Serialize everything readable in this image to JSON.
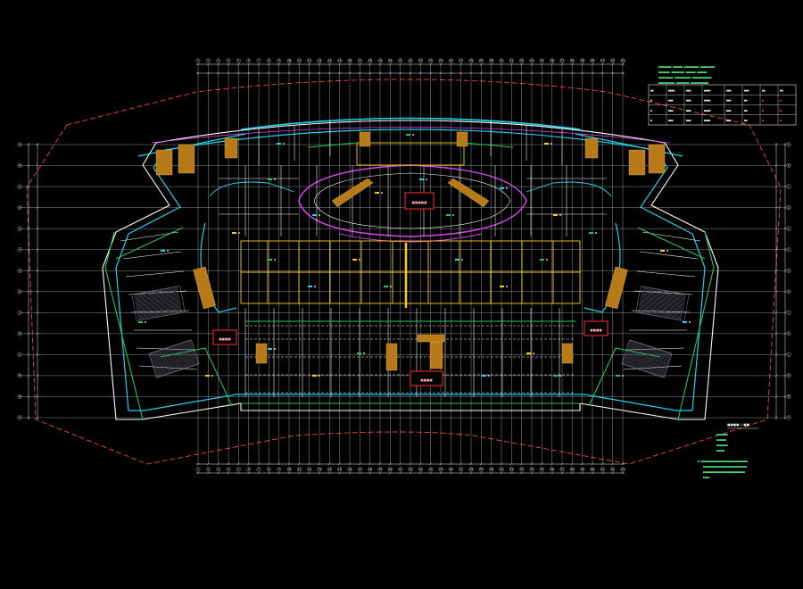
{
  "drawing": {
    "type": "cad-floor-plan",
    "background": "#000000",
    "colors": {
      "grid": "#d8d8d8",
      "wall": "#ffffff",
      "outline_cyan": "#22d3ee",
      "magenta": "#d946ef",
      "green": "#22c55e",
      "yellow": "#facc15",
      "red_dash": "#ef4444",
      "orange_fill": "#b77a18",
      "notes": "#4ade80",
      "label_box": "#dc2626"
    }
  },
  "grid_axes": {
    "columns": [
      "1",
      "2",
      "3",
      "4",
      "5",
      "6",
      "7",
      "8",
      "9",
      "10",
      "11",
      "12",
      "13",
      "14",
      "15",
      "16",
      "17",
      "18",
      "19",
      "20",
      "21",
      "22",
      "23",
      "24",
      "25",
      "26",
      "27",
      "28",
      "29",
      "30",
      "31",
      "32",
      "33",
      "34",
      "35",
      "36",
      "37",
      "38",
      "39",
      "40",
      "41",
      "42",
      "43"
    ],
    "rows": [
      "A",
      "B",
      "C",
      "D",
      "E",
      "F",
      "G",
      "H",
      "J",
      "K",
      "L",
      "M",
      "N",
      "P"
    ]
  },
  "red_labels": [
    {
      "text": "■■■■■"
    },
    {
      "text": "■■■■"
    },
    {
      "text": "■■■■"
    },
    {
      "text": "■■■■"
    }
  ],
  "scale_note": "■■■■ 1:■■",
  "notes_top": [
    "■■■■■■■■ ■■■■■■ ■■■■■■■■■ ■■■■■■■■■",
    "■■■■■■■ ■■■■■■■■ ■■■■■■ ■■■■■■",
    "■■■■■■■■■ ■■■■■■■■■■ ■■■■■■■■■■■■",
    "■■■■■■■■■■ ■■■■■■■■ ■■■■■■■■■■■"
  ],
  "notes_bottom": [
    "■  ■■■■■■■■■■■■■■■■■■■■■■■■■■■■■",
    "■■■■■■■■■■■■■■■■■■■■■■■■■■■",
    "■■■■■■■■■■■■■■■■■■■■■■■■■■",
    "■■■■"
  ],
  "legend_notes": [
    "■■■■■■■",
    "■■■■■■",
    "■■■■■■■",
    "■■■■■"
  ],
  "table": {
    "headers": [
      "■■",
      "■■■■",
      "■■■",
      "■■■■",
      "■■■",
      "■■■",
      "■■",
      "■■"
    ],
    "rows": [
      [
        "■",
        "■■■",
        "■■■",
        "■■■■",
        "■■■",
        "■■",
        "■",
        "■"
      ],
      [
        "■",
        "■■■",
        "■■■",
        "■■■■",
        "■■■",
        "■■",
        "■",
        "■"
      ],
      [
        "■",
        "■■■",
        "■■■",
        "■■■■",
        "■■■",
        "■■",
        "■",
        "■"
      ]
    ]
  }
}
